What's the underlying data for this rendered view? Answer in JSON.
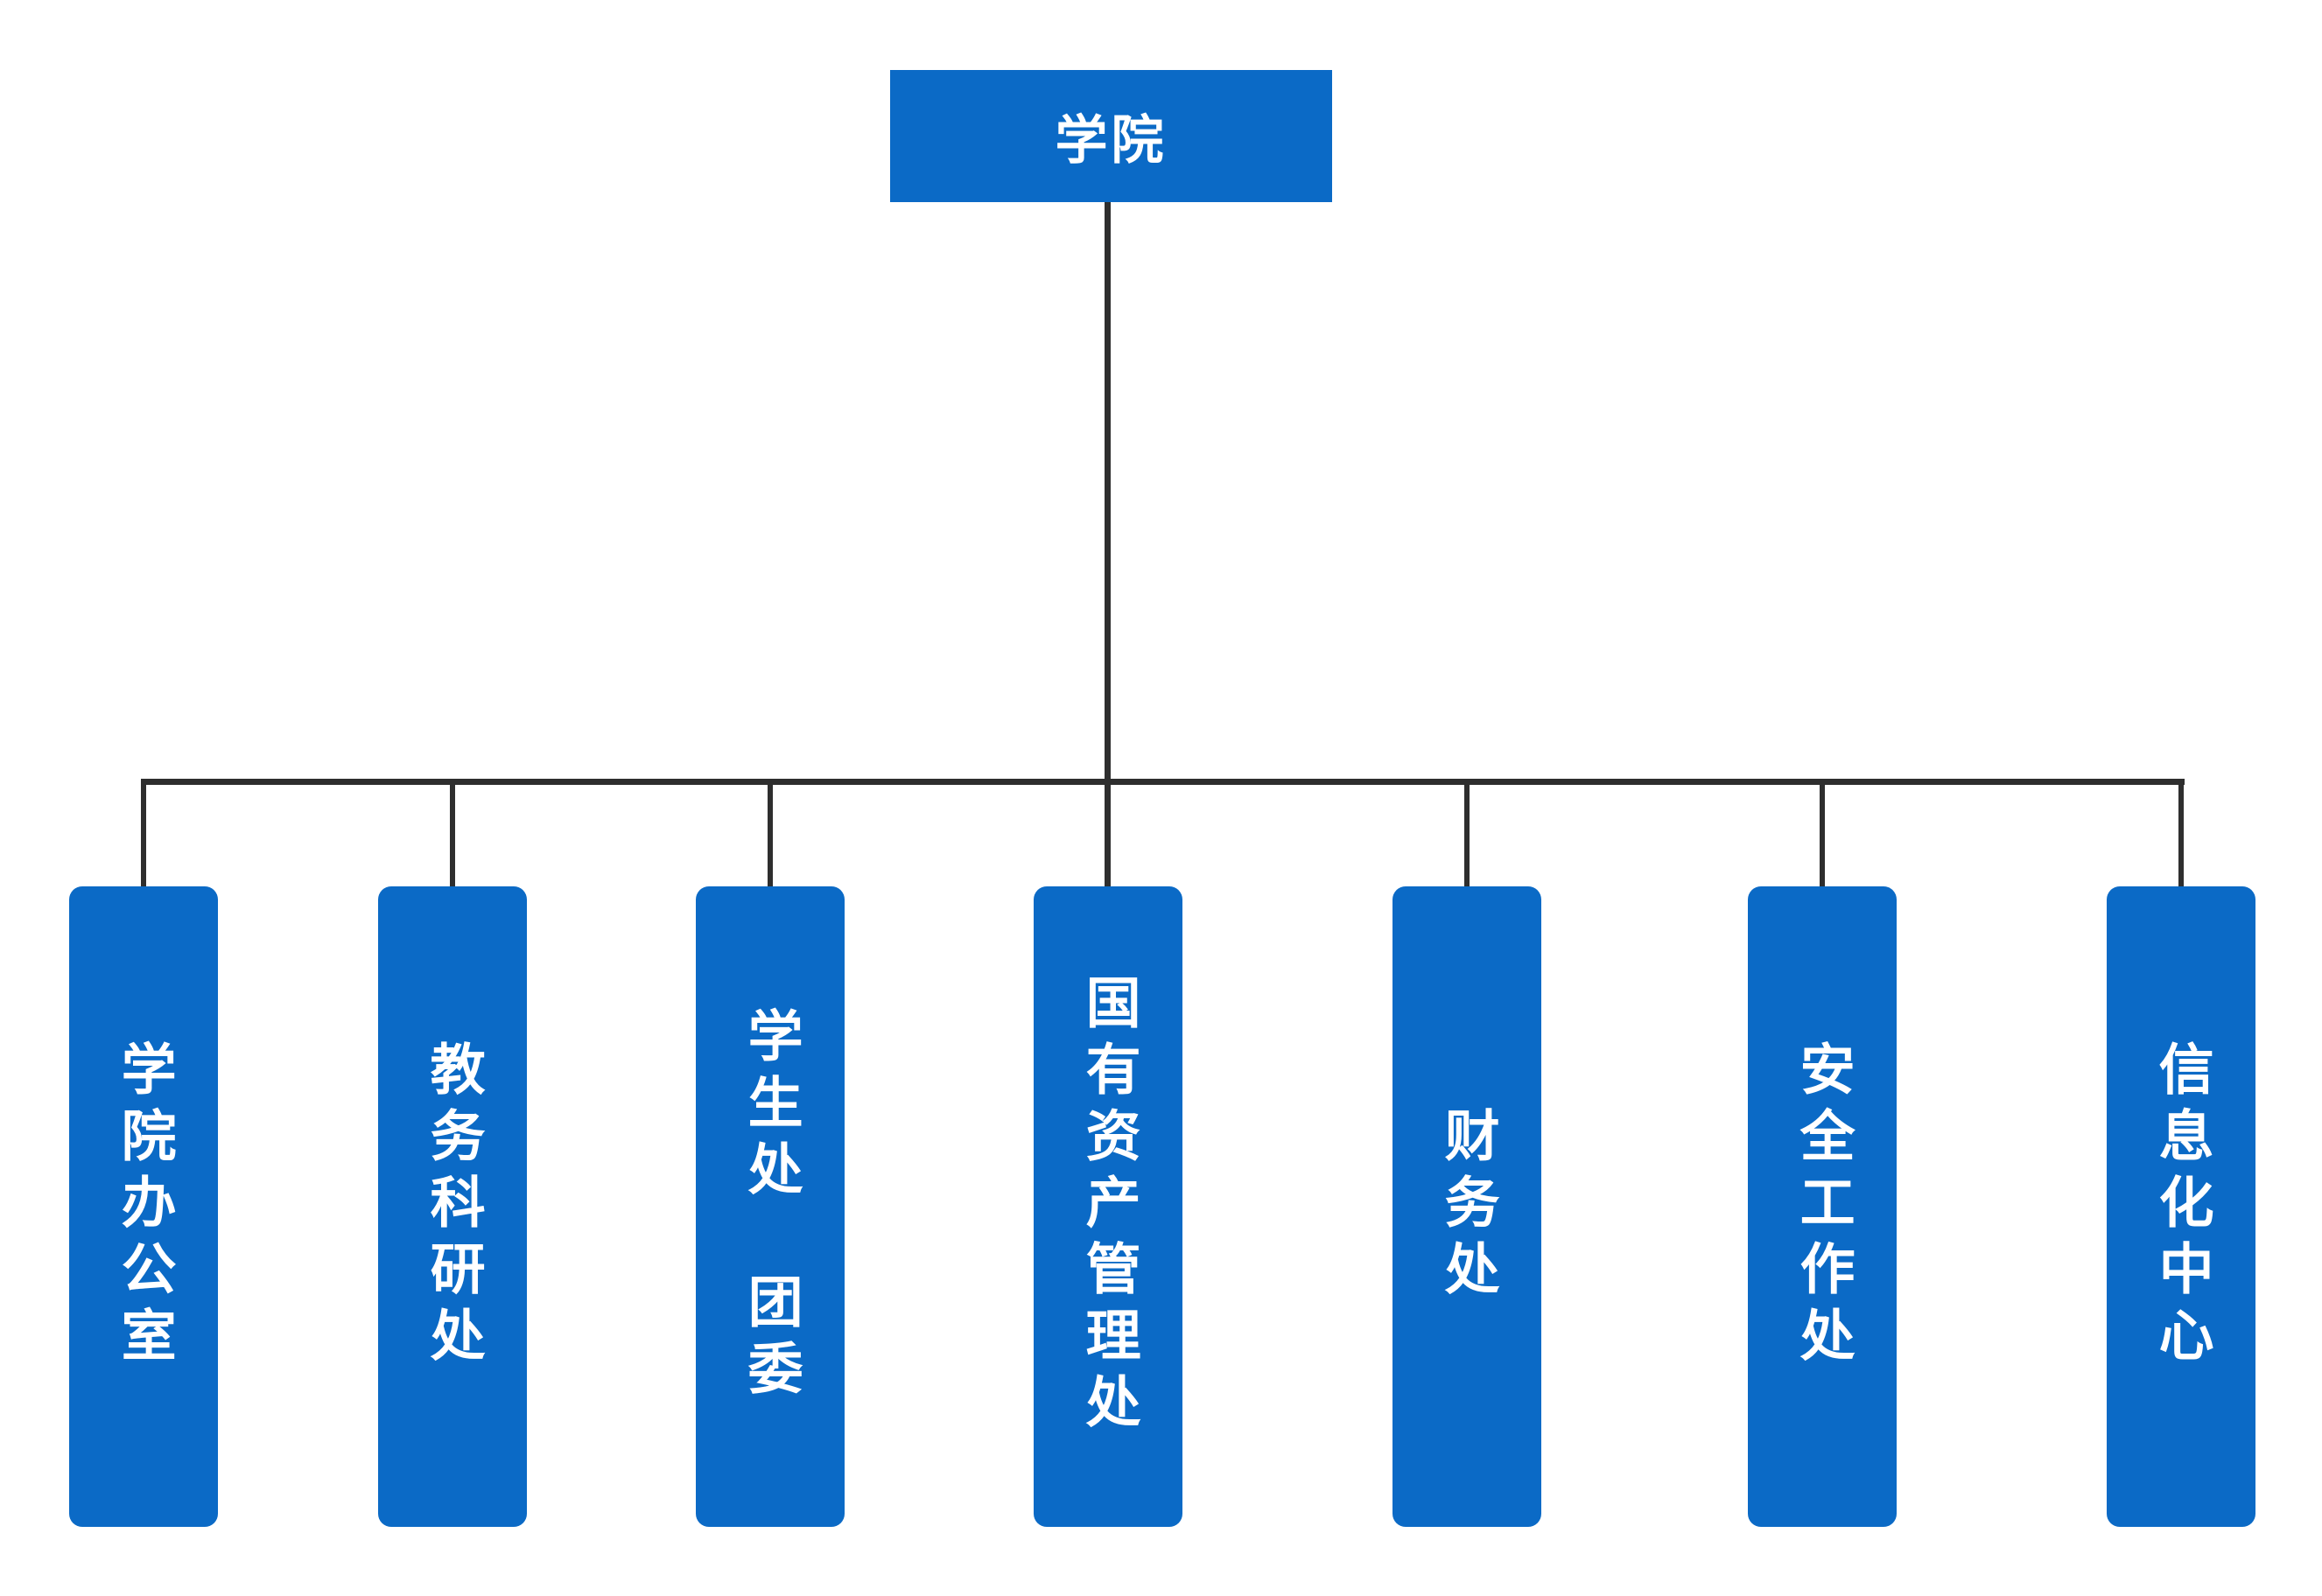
{
  "colors": {
    "node_fill": "#0B6AC6",
    "node_text": "#FFFFFF",
    "connector": "#2E2E2E",
    "background": "#FFFFFF"
  },
  "org_chart": {
    "type": "org-chart",
    "root": {
      "label": "学院"
    },
    "departments": [
      {
        "label": "学院办公室"
      },
      {
        "label": "教务科研处"
      },
      {
        "label": "学生处　团委"
      },
      {
        "label": "国有资产管理处"
      },
      {
        "label": "财务处"
      },
      {
        "label": "安全工作处"
      },
      {
        "label": "信息化中心"
      }
    ]
  }
}
